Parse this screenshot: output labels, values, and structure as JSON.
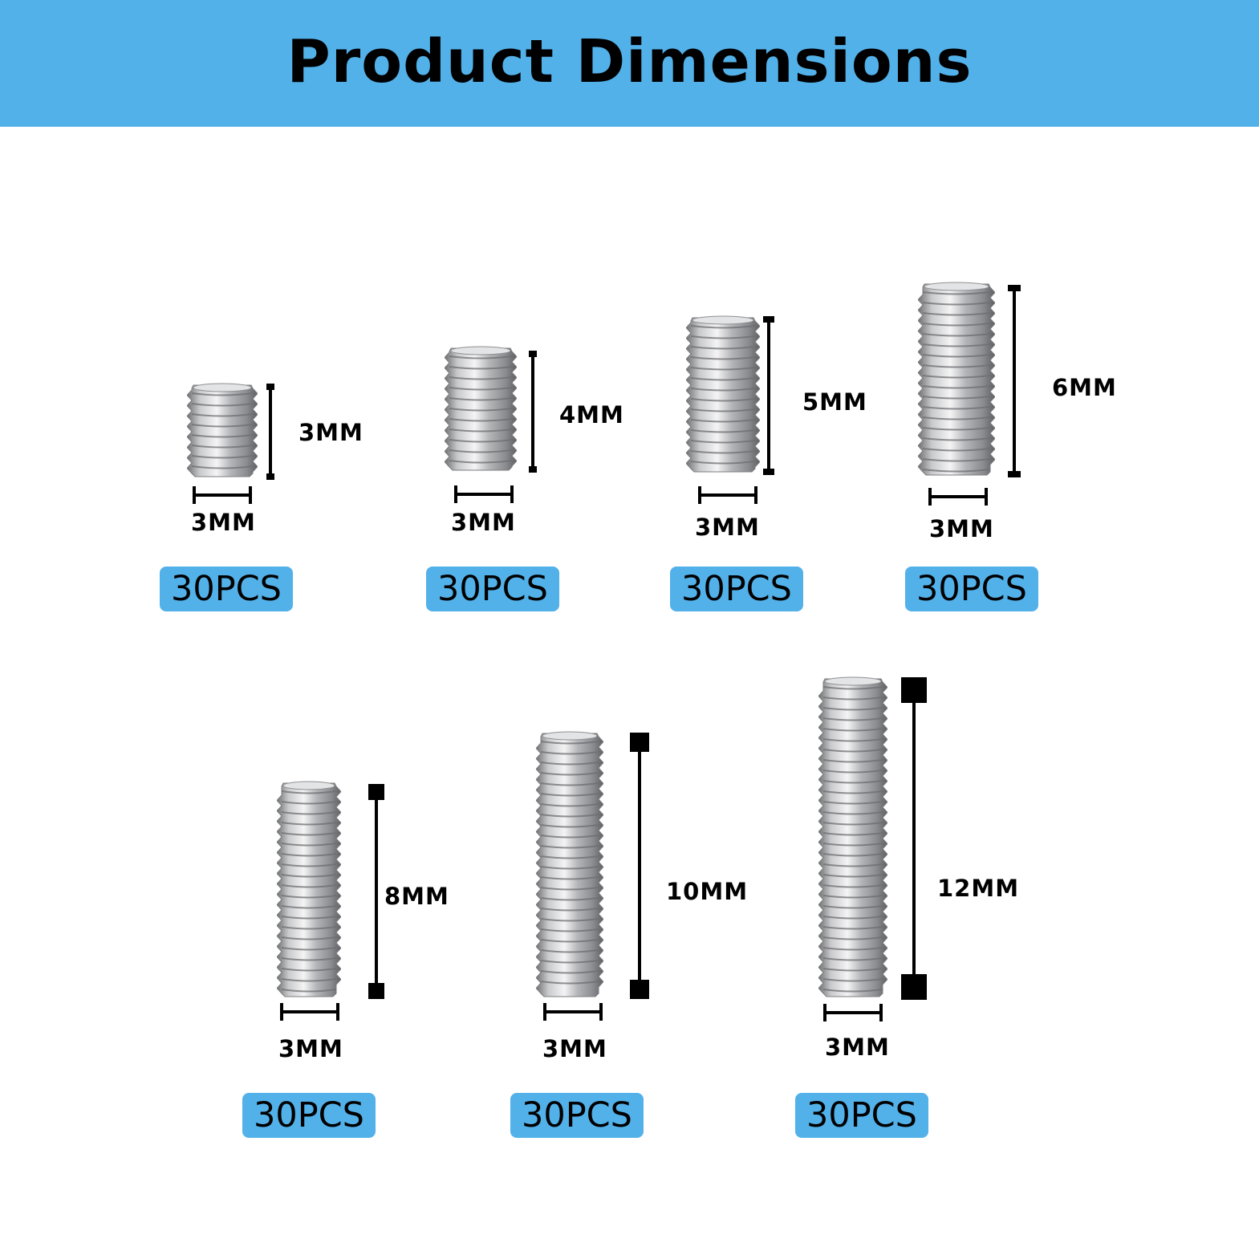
{
  "header": {
    "title": "Product Dimensions",
    "background_color": "#53b1ea"
  },
  "screws": [
    {
      "length_label": "3MM",
      "diameter_label": "3MM",
      "quantity_label": "30PCS"
    },
    {
      "length_label": "4MM",
      "diameter_label": "3MM",
      "quantity_label": "30PCS"
    },
    {
      "length_label": "5MM",
      "diameter_label": "3MM",
      "quantity_label": "30PCS"
    },
    {
      "length_label": "6MM",
      "diameter_label": "3MM",
      "quantity_label": "30PCS"
    },
    {
      "length_label": "8MM",
      "diameter_label": "3MM",
      "quantity_label": "30PCS"
    },
    {
      "length_label": "10MM",
      "diameter_label": "3MM",
      "quantity_label": "30PCS"
    },
    {
      "length_label": "12MM",
      "diameter_label": "3MM",
      "quantity_label": "30PCS"
    }
  ],
  "badge_color": "#53b1ea"
}
